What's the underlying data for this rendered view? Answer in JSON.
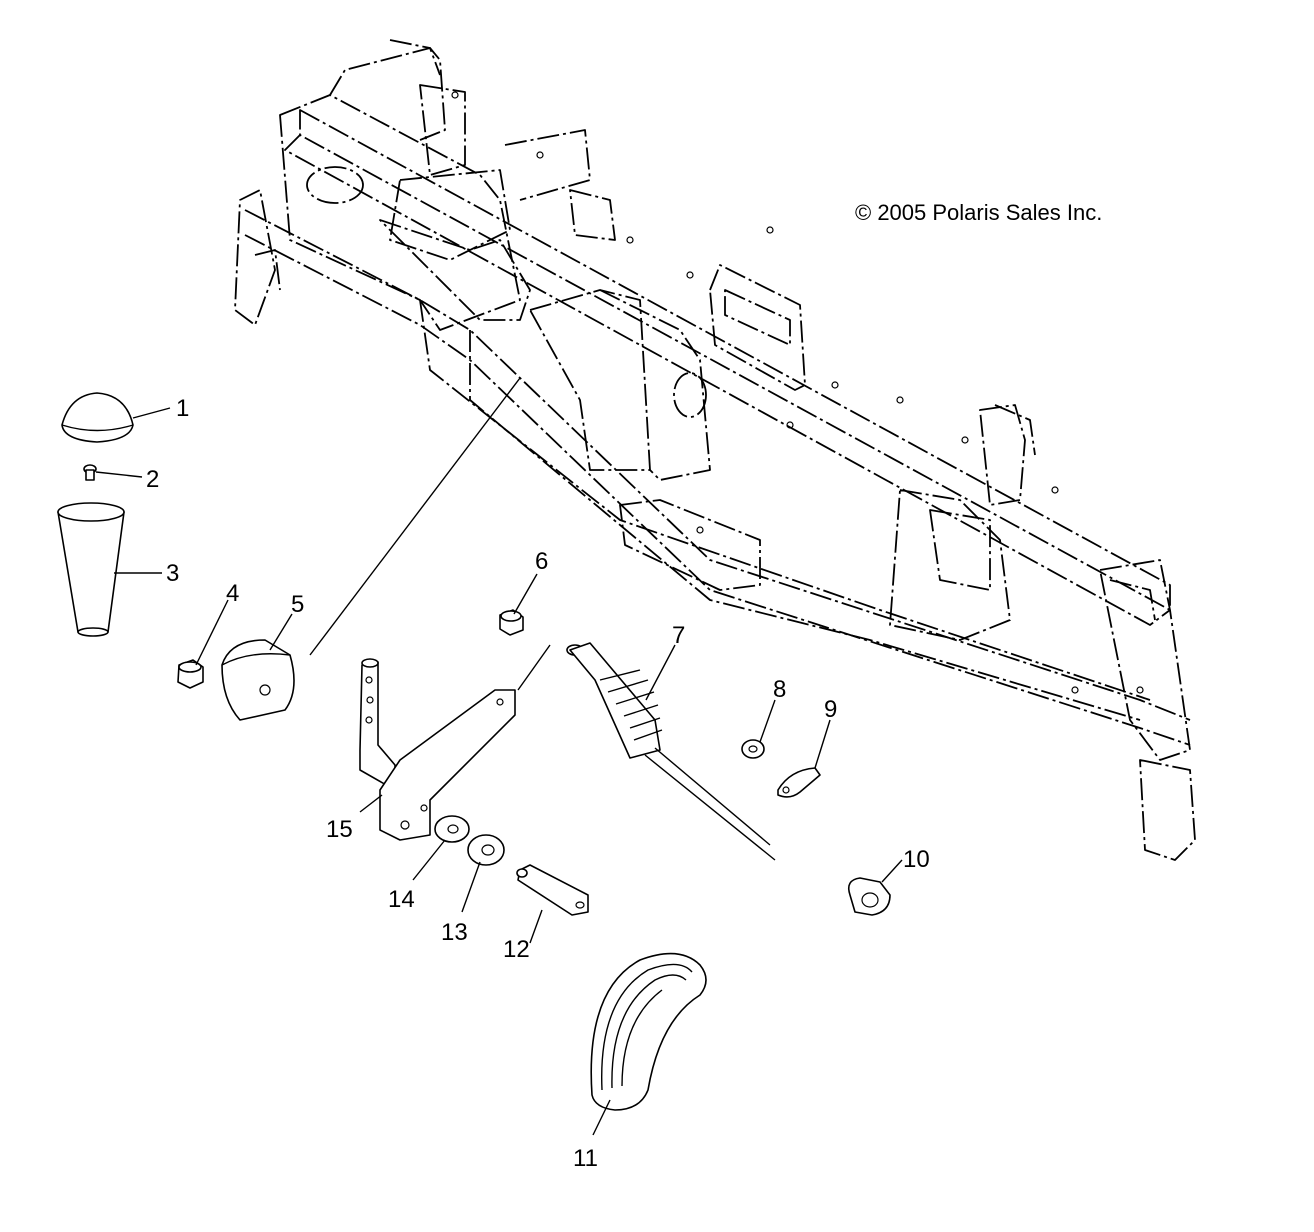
{
  "copyright": "© 2005 Polaris Sales Inc.",
  "callouts": [
    "1",
    "2",
    "3",
    "4",
    "5",
    "6",
    "7",
    "8",
    "9",
    "10",
    "11",
    "12",
    "13",
    "14",
    "15"
  ]
}
